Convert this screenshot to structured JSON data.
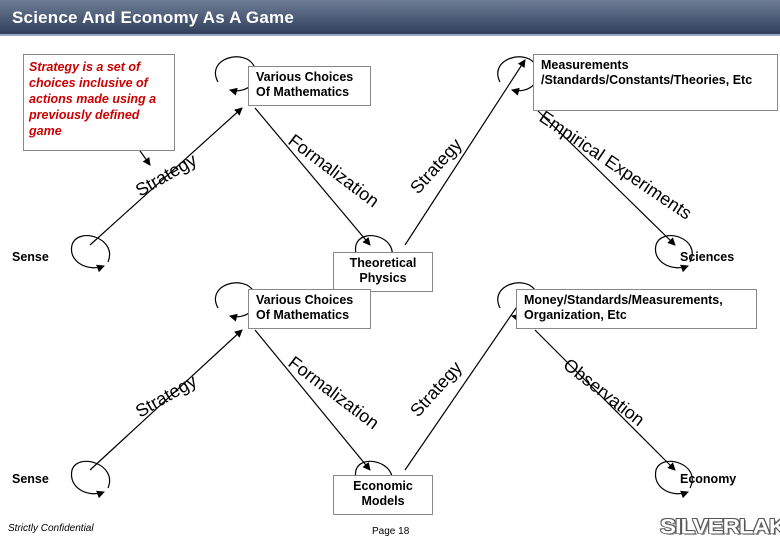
{
  "slide": {
    "title": "Science And Economy As A Game",
    "definition": "Strategy is a set of choices inclusive of actions made using a previously defined game",
    "footer_left": "Strictly Confidential",
    "page": "Page 18",
    "logo": "SILVERLAKE"
  },
  "nodes": {
    "mathematics_top": "Various Choices Of Mathematics",
    "measurements": "Measurements /Standards/Constants/Theories, Etc",
    "sense_top": "Sense",
    "theoretical_physics": "Theoretical Physics",
    "sciences": "Sciences",
    "mathematics_bottom": "Various Choices Of Mathematics",
    "money": "Money/Standards/Measurements, Organization, Etc",
    "sense_bottom": "Sense",
    "economic_models": "Economic Models",
    "economy": "Economy"
  },
  "edge_labels": {
    "strategy_top_left": "Strategy",
    "formalization_top": "Formalization",
    "strategy_top_mid": "Strategy",
    "empirical_experiments": "Empirical Experiments",
    "strategy_bottom_left": "Strategy",
    "formalization_bottom": "Formalization",
    "strategy_bottom_mid": "Strategy",
    "observation": "Observation"
  }
}
